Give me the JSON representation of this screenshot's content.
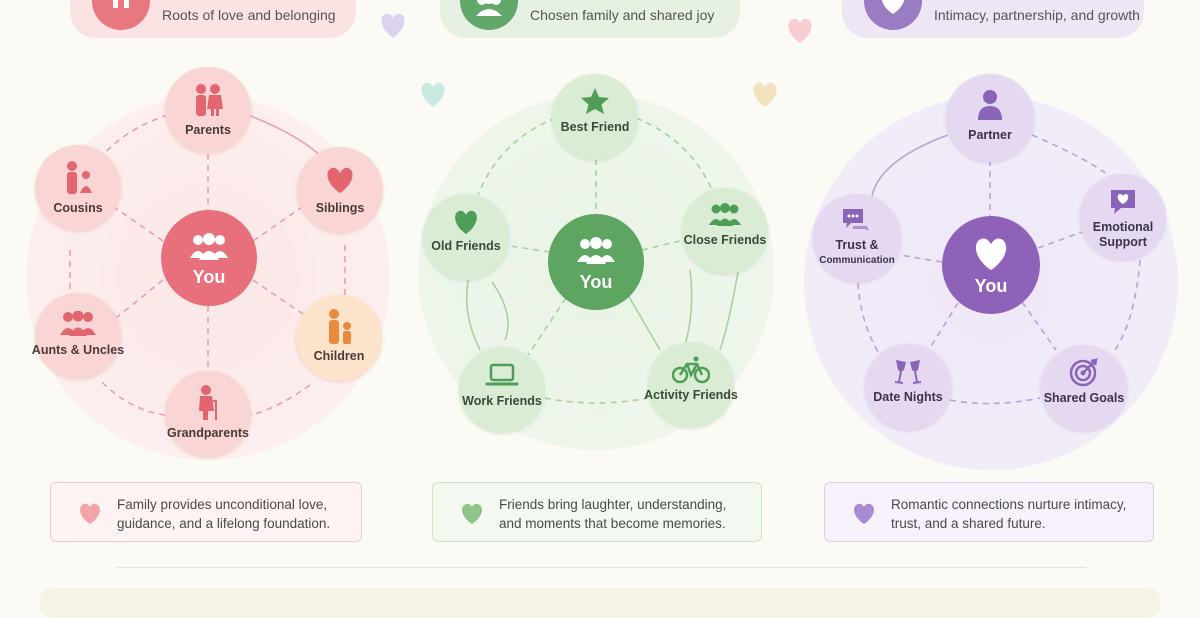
{
  "headers": {
    "family": {
      "subtitle": "Roots of love and belonging",
      "icon": "house-icon",
      "color": "#e8787f"
    },
    "friends": {
      "subtitle": "Chosen family and shared joy",
      "icon": "group-icon",
      "color": "#62a86a"
    },
    "romance": {
      "subtitle": "Intimacy, partnership, and growth",
      "icon": "heart-icon",
      "color": "#9a7cc2"
    }
  },
  "family": {
    "center": {
      "label": "You",
      "icon": "group-icon",
      "color": "#e8707c"
    },
    "nodes": {
      "parents": {
        "label": "Parents",
        "icon": "parents-icon"
      },
      "siblings": {
        "label": "Siblings",
        "icon": "heart-icon"
      },
      "children": {
        "label": "Children",
        "icon": "parent-child-icon"
      },
      "grandparents": {
        "label": "Grandparents",
        "icon": "elder-icon"
      },
      "aunts_uncles": {
        "label": "Aunts & Uncles",
        "icon": "group-icon"
      },
      "cousins": {
        "label": "Cousins",
        "icon": "people-icon"
      }
    }
  },
  "friends": {
    "center": {
      "label": "You",
      "icon": "group-icon",
      "color": "#5ea562"
    },
    "nodes": {
      "best_friend": {
        "label": "Best Friend",
        "icon": "star-icon"
      },
      "close_friends": {
        "label": "Close Friends",
        "icon": "group-icon"
      },
      "activity_friends": {
        "label": "Activity Friends",
        "icon": "bicycle-icon"
      },
      "work_friends": {
        "label": "Work Friends",
        "icon": "laptop-icon"
      },
      "old_friends": {
        "label": "Old Friends",
        "icon": "heart-icon"
      }
    }
  },
  "romance": {
    "center": {
      "label": "You",
      "icon": "heart-icon",
      "color": "#8f62ba"
    },
    "nodes": {
      "partner": {
        "label": "Partner",
        "icon": "person-icon"
      },
      "emotional_support": {
        "label": "Emotional Support",
        "icon": "chat-heart-icon"
      },
      "shared_goals": {
        "label": "Shared Goals",
        "icon": "target-icon"
      },
      "date_nights": {
        "label": "Date Nights",
        "icon": "glasses-icon"
      },
      "trust": {
        "label": "Trust &",
        "sublabel": "Communication",
        "icon": "chat-icon"
      }
    }
  },
  "cards": {
    "family": {
      "line1": "Family provides unconditional love,",
      "line2": "guidance, and a lifelong foundation."
    },
    "friends": {
      "line1": "Friends bring laughter, understanding,",
      "line2": "and moments that become memories."
    },
    "romance": {
      "line1": "Romantic connections nurture intimacy,",
      "line2": "trust, and a shared future."
    }
  }
}
